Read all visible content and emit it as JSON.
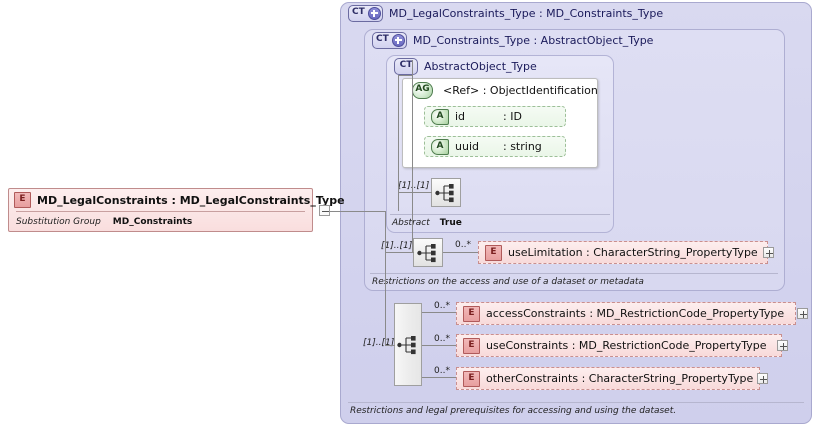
{
  "diagram": {
    "kind": "xml-schema-diagram",
    "colors": {
      "element_fill": "#f8dada",
      "element_border": "#c08c8c",
      "type_panel_fill": "#d9d9f0",
      "type_panel_border": "#a9a9cf",
      "attribute_fill": "#eaf6e8",
      "attribute_border": "#9dbf98",
      "connector": "#8a8a8a"
    }
  },
  "root_element": {
    "badge": "E",
    "label": "MD_LegalConstraints : MD_LegalConstraints_Type",
    "substitution_group_label": "Substitution Group",
    "substitution_group_value": "MD_Constraints",
    "collapse_toggle": "minus-icon"
  },
  "outer_type": {
    "badge": "CT",
    "badge_plus": "plus-icon",
    "label": "MD_LegalConstraints_Type : MD_Constraints_Type",
    "annotation": "Restrictions and legal prerequisites for accessing and using the dataset."
  },
  "middle_type": {
    "badge": "CT",
    "badge_plus": "plus-icon",
    "label": "MD_Constraints_Type : AbstractObject_Type",
    "annotation": "Restrictions on the access and use of a dataset or metadata"
  },
  "inner_type": {
    "badge": "CT",
    "label": "AbstractObject_Type",
    "abstract_label": "Abstract",
    "abstract_value": "True",
    "sequence_occurrence": "[1]..[1]",
    "sequence_icon": "sequence-icon"
  },
  "attribute_group": {
    "badge": "AG",
    "label": "<Ref>      : ObjectIdentification",
    "attributes": [
      {
        "badge": "A",
        "name": "id",
        "type": ": ID"
      },
      {
        "badge": "A",
        "name": "uuid",
        "type": ": string"
      }
    ]
  },
  "middle_sequence": {
    "occurrence": "[1]..[1]",
    "icon": "sequence-icon",
    "children": [
      {
        "badge": "E",
        "occurrence": "0..*",
        "label": "useLimitation : CharacterString_PropertyType",
        "expand": "plus-icon"
      }
    ]
  },
  "outer_sequence": {
    "occurrence": "[1]..[1]",
    "icon": "sequence-icon",
    "children": [
      {
        "badge": "E",
        "occurrence": "0..*",
        "label": "accessConstraints : MD_RestrictionCode_PropertyType",
        "expand": "plus-icon"
      },
      {
        "badge": "E",
        "occurrence": "0..*",
        "label": "useConstraints : MD_RestrictionCode_PropertyType",
        "expand": "plus-icon"
      },
      {
        "badge": "E",
        "occurrence": "0..*",
        "label": "otherConstraints : CharacterString_PropertyType",
        "expand": "plus-icon"
      }
    ]
  }
}
